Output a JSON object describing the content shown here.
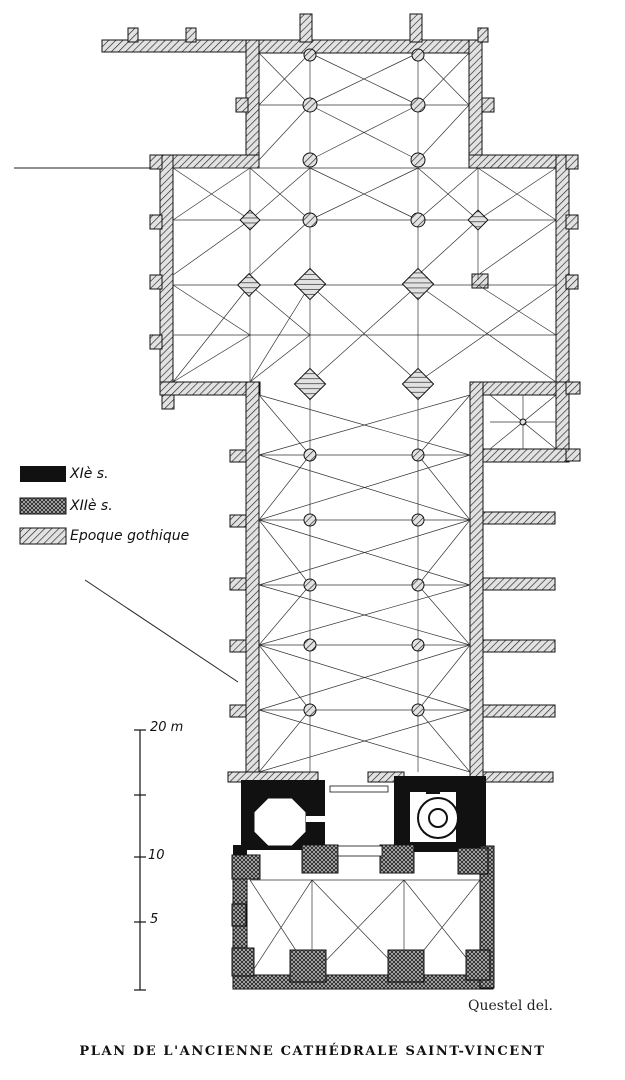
{
  "legend": {
    "items": [
      {
        "label": "XIè s.",
        "pattern": "solid"
      },
      {
        "label": "XIIè s.",
        "pattern": "crosshatch"
      },
      {
        "label": "Epoque gothique",
        "pattern": "hatch"
      }
    ]
  },
  "scale": {
    "labels": [
      "20 m",
      "10",
      "5"
    ]
  },
  "credit": "Questel del.",
  "caption": "PLAN DE L'ANCIENNE CATHÉDRALE SAINT-VINCENT",
  "colors": {
    "ink": "#111111",
    "paper": "#ffffff",
    "hatch_bg": "#cfcfcf"
  }
}
